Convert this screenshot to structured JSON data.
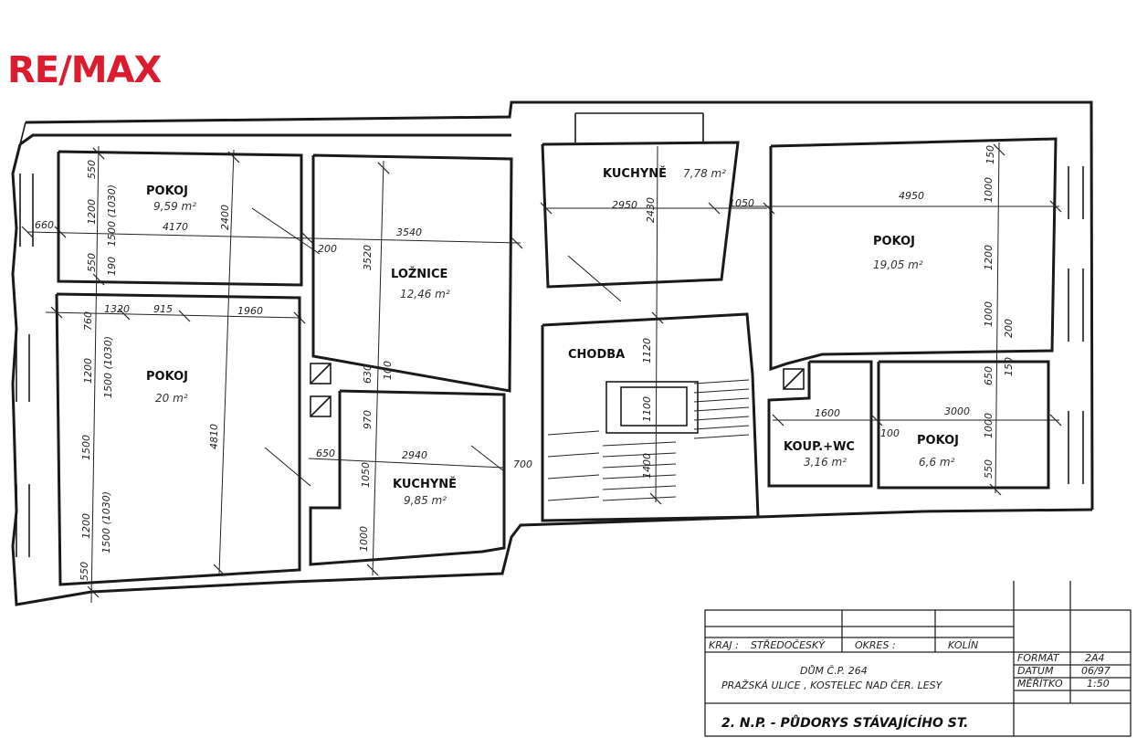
{
  "logo": {
    "text": "RE/MAX",
    "color": "#dc1c2e"
  },
  "rooms": [
    {
      "name": "POKOJ",
      "area": "9,59 m²"
    },
    {
      "name": "POKOJ",
      "area": "20 m²"
    },
    {
      "name": "LOŽNICE",
      "area": "12,46 m²"
    },
    {
      "name": "KUCHYNĚ",
      "area": "9,85 m²"
    },
    {
      "name": "KUCHYNĚ",
      "area": "7,78 m²"
    },
    {
      "name": "CHODBA",
      "area": ""
    },
    {
      "name": "POKOJ",
      "area": "19,05 m²"
    },
    {
      "name": "KOUP.+WC",
      "area": "3,16 m²"
    },
    {
      "name": "POKOJ",
      "area": "6,6 m²"
    }
  ],
  "dimensions": {
    "d550a": "550",
    "d1200a": "1200",
    "d1500_1030a": "1500 (1030)",
    "d2400": "2400",
    "d4170": "4170",
    "d660": "660",
    "d550b": "550",
    "d190": "190",
    "d200a": "200",
    "d3540": "3540",
    "d3520": "3520",
    "d1320": "1320",
    "d915": "915",
    "d1960": "1960",
    "d760": "760",
    "d1200b": "1200",
    "d1500_1030b": "1500 (1030)",
    "d1500": "1500",
    "d1200c": "1200",
    "d1500_1030c": "1500 (1030)",
    "d4810": "4810",
    "d550c": "550",
    "d630": "630",
    "d100a": "100",
    "d970": "970",
    "d650": "650",
    "d2940": "2940",
    "d1050a": "1050",
    "d1000a": "1000",
    "d700": "700",
    "d2950": "2950",
    "d2430": "2430",
    "d1050b": "1050",
    "d1120": "1120",
    "d1100": "1100",
    "d1400": "1400",
    "d4950": "4950",
    "d150a": "150",
    "d1000b": "1000",
    "d1200d": "1200",
    "d1000c": "1000",
    "d200b": "200",
    "d650b": "650",
    "d150b": "150",
    "d1600": "1600",
    "d100b": "100",
    "d3000": "3000",
    "d1000d": "1000",
    "d550d": "550"
  },
  "title_block": {
    "kraj_label": "KRAJ :",
    "kraj_value": "STŘEDOČESKÝ",
    "okres_label": "OKRES :",
    "okres_value": "KOLÍN",
    "house": "DŮM Č.P. 264",
    "address": "PRAŽSKÁ ULICE , KOSTELEC NAD ČER. LESY",
    "format_label": "FORMÁT",
    "format_value": "2A4",
    "datum_label": "DATUM",
    "datum_value": "06/97",
    "meritko_label": "MĚŘÍTKO",
    "meritko_value": "1:50",
    "drawing_title": "2. N.P. - PŮDORYS STÁVAJÍCÍHO ST."
  }
}
